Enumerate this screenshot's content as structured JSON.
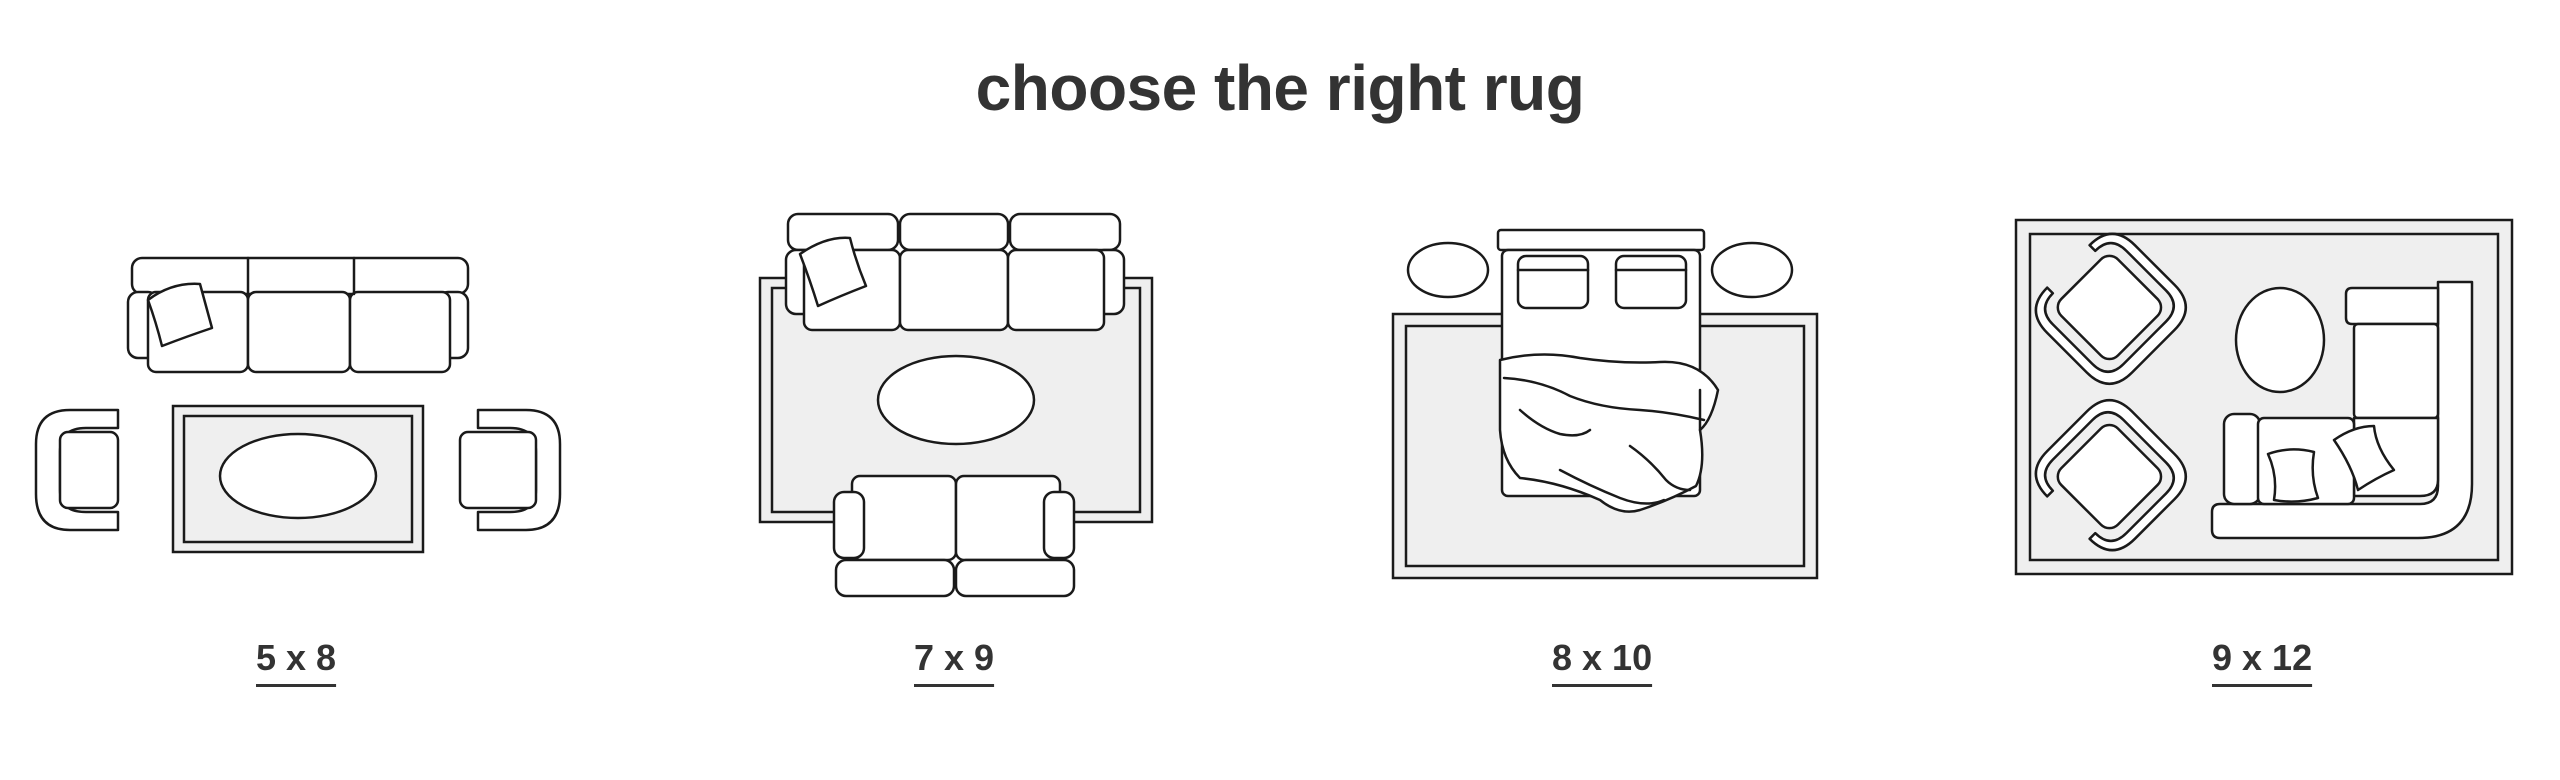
{
  "title": "choose the right rug",
  "sizes": [
    {
      "label": "5 x 8",
      "icon": "living-room-5x8-icon"
    },
    {
      "label": "7 x 9",
      "icon": "living-room-7x9-icon"
    },
    {
      "label": "8 x 10",
      "icon": "bedroom-8x10-icon"
    },
    {
      "label": "9 x 12",
      "icon": "living-room-9x12-icon"
    }
  ]
}
